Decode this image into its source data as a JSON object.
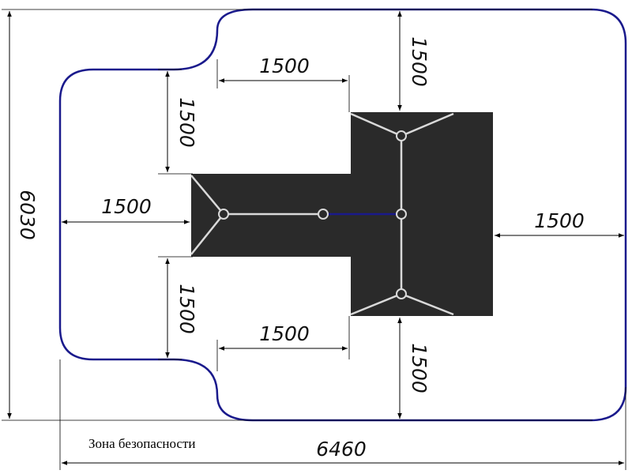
{
  "diagram": {
    "caption": "Зона безопасности",
    "dimensions": {
      "overall_width": "6460",
      "overall_height": "6030",
      "left_clearance": "1500",
      "right_clearance": "1500",
      "top_left_horizontal": "1500",
      "bottom_left_horizontal": "1500",
      "top_left_vertical": "1500",
      "bottom_left_vertical": "1500",
      "top_right_vertical": "1500",
      "bottom_right_vertical": "1500"
    },
    "colors": {
      "zone_outline": "#1a1a8c",
      "equipment_fill": "#2a2a2a",
      "frame_lines": "#d9d9d9",
      "connector_line": "#1a1a8c"
    }
  }
}
